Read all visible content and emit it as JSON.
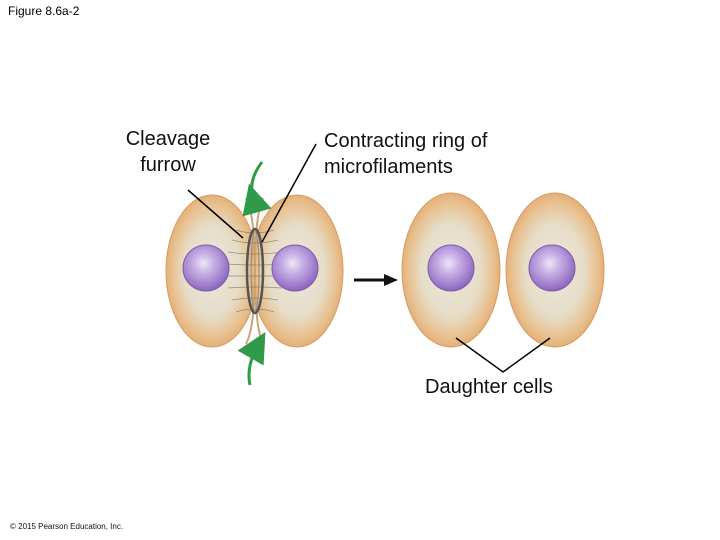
{
  "figure_label": "Figure 8.6a-2",
  "labels": {
    "cleavage_furrow": [
      "Cleavage",
      "furrow"
    ],
    "contracting_ring": [
      "Contracting ring of",
      "microfilaments"
    ],
    "daughter_cells": "Daughter cells"
  },
  "copyright": "© 2015 Pearson Education, Inc.",
  "colors": {
    "cell_outer": "#e8b27a",
    "cell_inner": "#e9e4d6",
    "nucleus": "#9a78c8",
    "arrow_green": "#2f9a4a"
  }
}
